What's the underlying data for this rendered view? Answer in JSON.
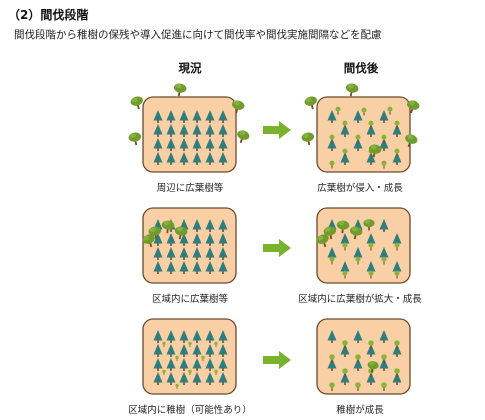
{
  "heading": "（2）間伐段階",
  "description": "間伐段階から稚樹の保残や導入促進に向けて間伐率や間伐実施間隔などを配慮",
  "columns": {
    "before": "現況",
    "after": "間伐後"
  },
  "rows": [
    {
      "before_caption": "周辺に広葉樹等",
      "after_caption": "広葉樹が侵入・成長"
    },
    {
      "before_caption": "区域内に広葉樹等",
      "after_caption": "区域内に広葉樹が拡大・成長"
    },
    {
      "before_caption": "区域内に稚樹（可能性あり）",
      "after_caption": "稚樹が成長"
    }
  ],
  "colors": {
    "plot_fill": "#f9cfa6",
    "plot_border": "#6b4a2e",
    "conifer": "#2e7d7f",
    "trunk": "#7a4a1e",
    "broadleaf": "#6f9b2f",
    "sapling": "#8ab33a",
    "arrow": "#7ab22e"
  }
}
